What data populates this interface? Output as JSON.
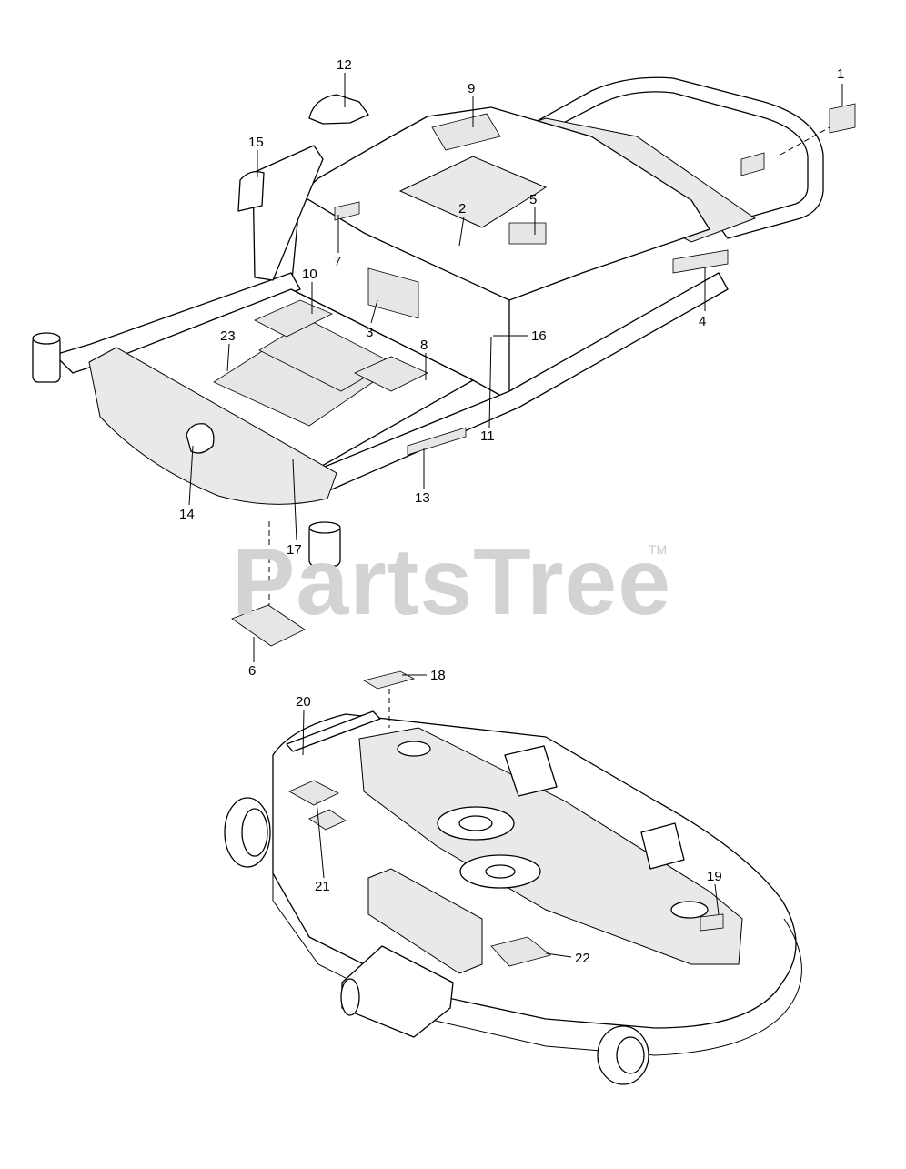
{
  "watermark": {
    "text": "PartsTree",
    "trademark": "TM"
  },
  "callouts": [
    {
      "label": "1"
    },
    {
      "label": "2"
    },
    {
      "label": "3"
    },
    {
      "label": "4"
    },
    {
      "label": "5"
    },
    {
      "label": "6"
    },
    {
      "label": "7"
    },
    {
      "label": "8"
    },
    {
      "label": "9"
    },
    {
      "label": "10"
    },
    {
      "label": "11"
    },
    {
      "label": "12"
    },
    {
      "label": "13"
    },
    {
      "label": "14"
    },
    {
      "label": "15"
    },
    {
      "label": "16"
    },
    {
      "label": "17"
    },
    {
      "label": "18"
    },
    {
      "label": "19"
    },
    {
      "label": "20"
    },
    {
      "label": "21"
    },
    {
      "label": "22"
    },
    {
      "label": "23"
    }
  ]
}
